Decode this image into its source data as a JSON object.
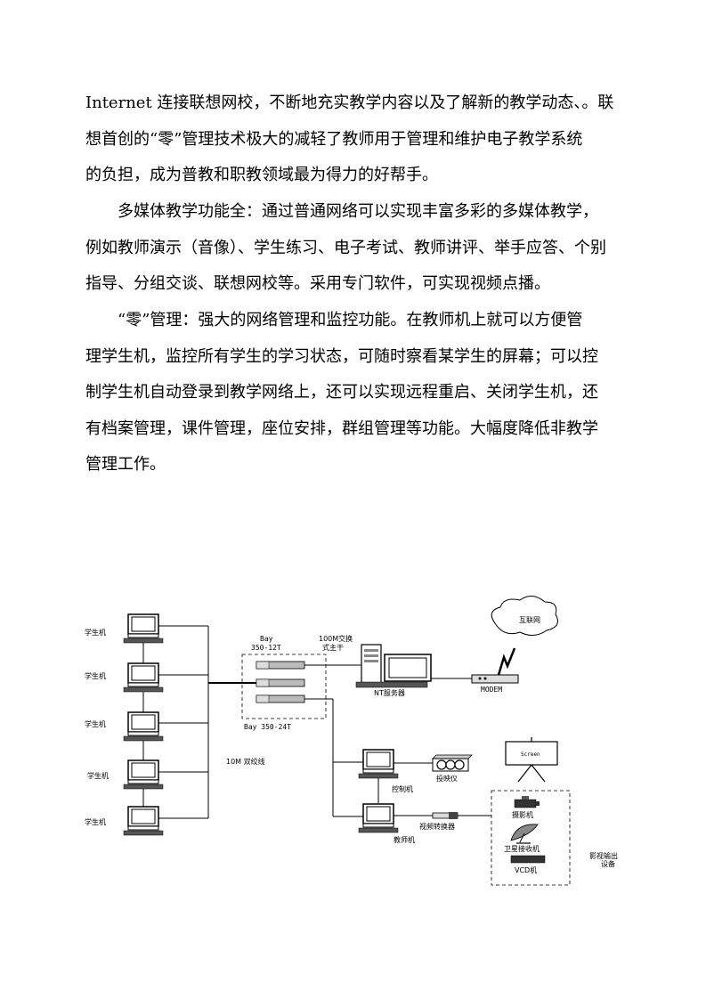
{
  "paragraphs": [
    {
      "lines": [
        "Internet 连接联想网校，不断地充实教学内容以及了解新的教学动态、。联",
        "想首创的“零”管理技术极大的减轻了教师用于管理和维护电子教学系统",
        "的负担，成为普教和职教领域最为得力的好帮手。"
      ]
    },
    {
      "lines": [
        "多媒体教学功能全：通过普通网络可以实现丰富多彩的多媒体教学，",
        "例如教师演示（音像）、学生练习、电子考试、教师讲评、举手应答、个别",
        "指导、分组交谈、联想网校等。采用专门软件，可实现视频点播。"
      ]
    },
    {
      "lines": [
        "“零”管理：强大的网络管理和监控功能。在教师机上就可以方便管",
        "理学生机，监控所有学生的学习状态，可随时察看某学生的屏幕；可以控",
        "制学生机自动登录到教学网络上，还可以实现远程重启、关闭学生机，还",
        "有档案管理，课件管理，座位安排，群组管理等功能。大幅度降低非教学",
        "管理工作。"
      ]
    }
  ],
  "diagram": {
    "student_labels": [
      "学生机",
      "学生机",
      "学生机",
      "学生机",
      "学生机"
    ],
    "bay_top": "Bay",
    "bay_model_top": "350-12T",
    "backbone_1": "100M交换",
    "backbone_2": "式主干",
    "bay_bottom": "Bay 350-24T",
    "cable_label": "10M 双绞线",
    "nt_server": "NT服务器",
    "modem": "MODEM",
    "internet": "互联网",
    "screen": "Screen",
    "projector": "投映仪",
    "control_pc": "控制机",
    "teacher_pc": "教师机",
    "video_converter": "视频转换器",
    "camera": "摄影机",
    "satellite": "卫星接收机",
    "vcd": "VCD机",
    "output_1": "影视输出",
    "output_2": "设备"
  }
}
